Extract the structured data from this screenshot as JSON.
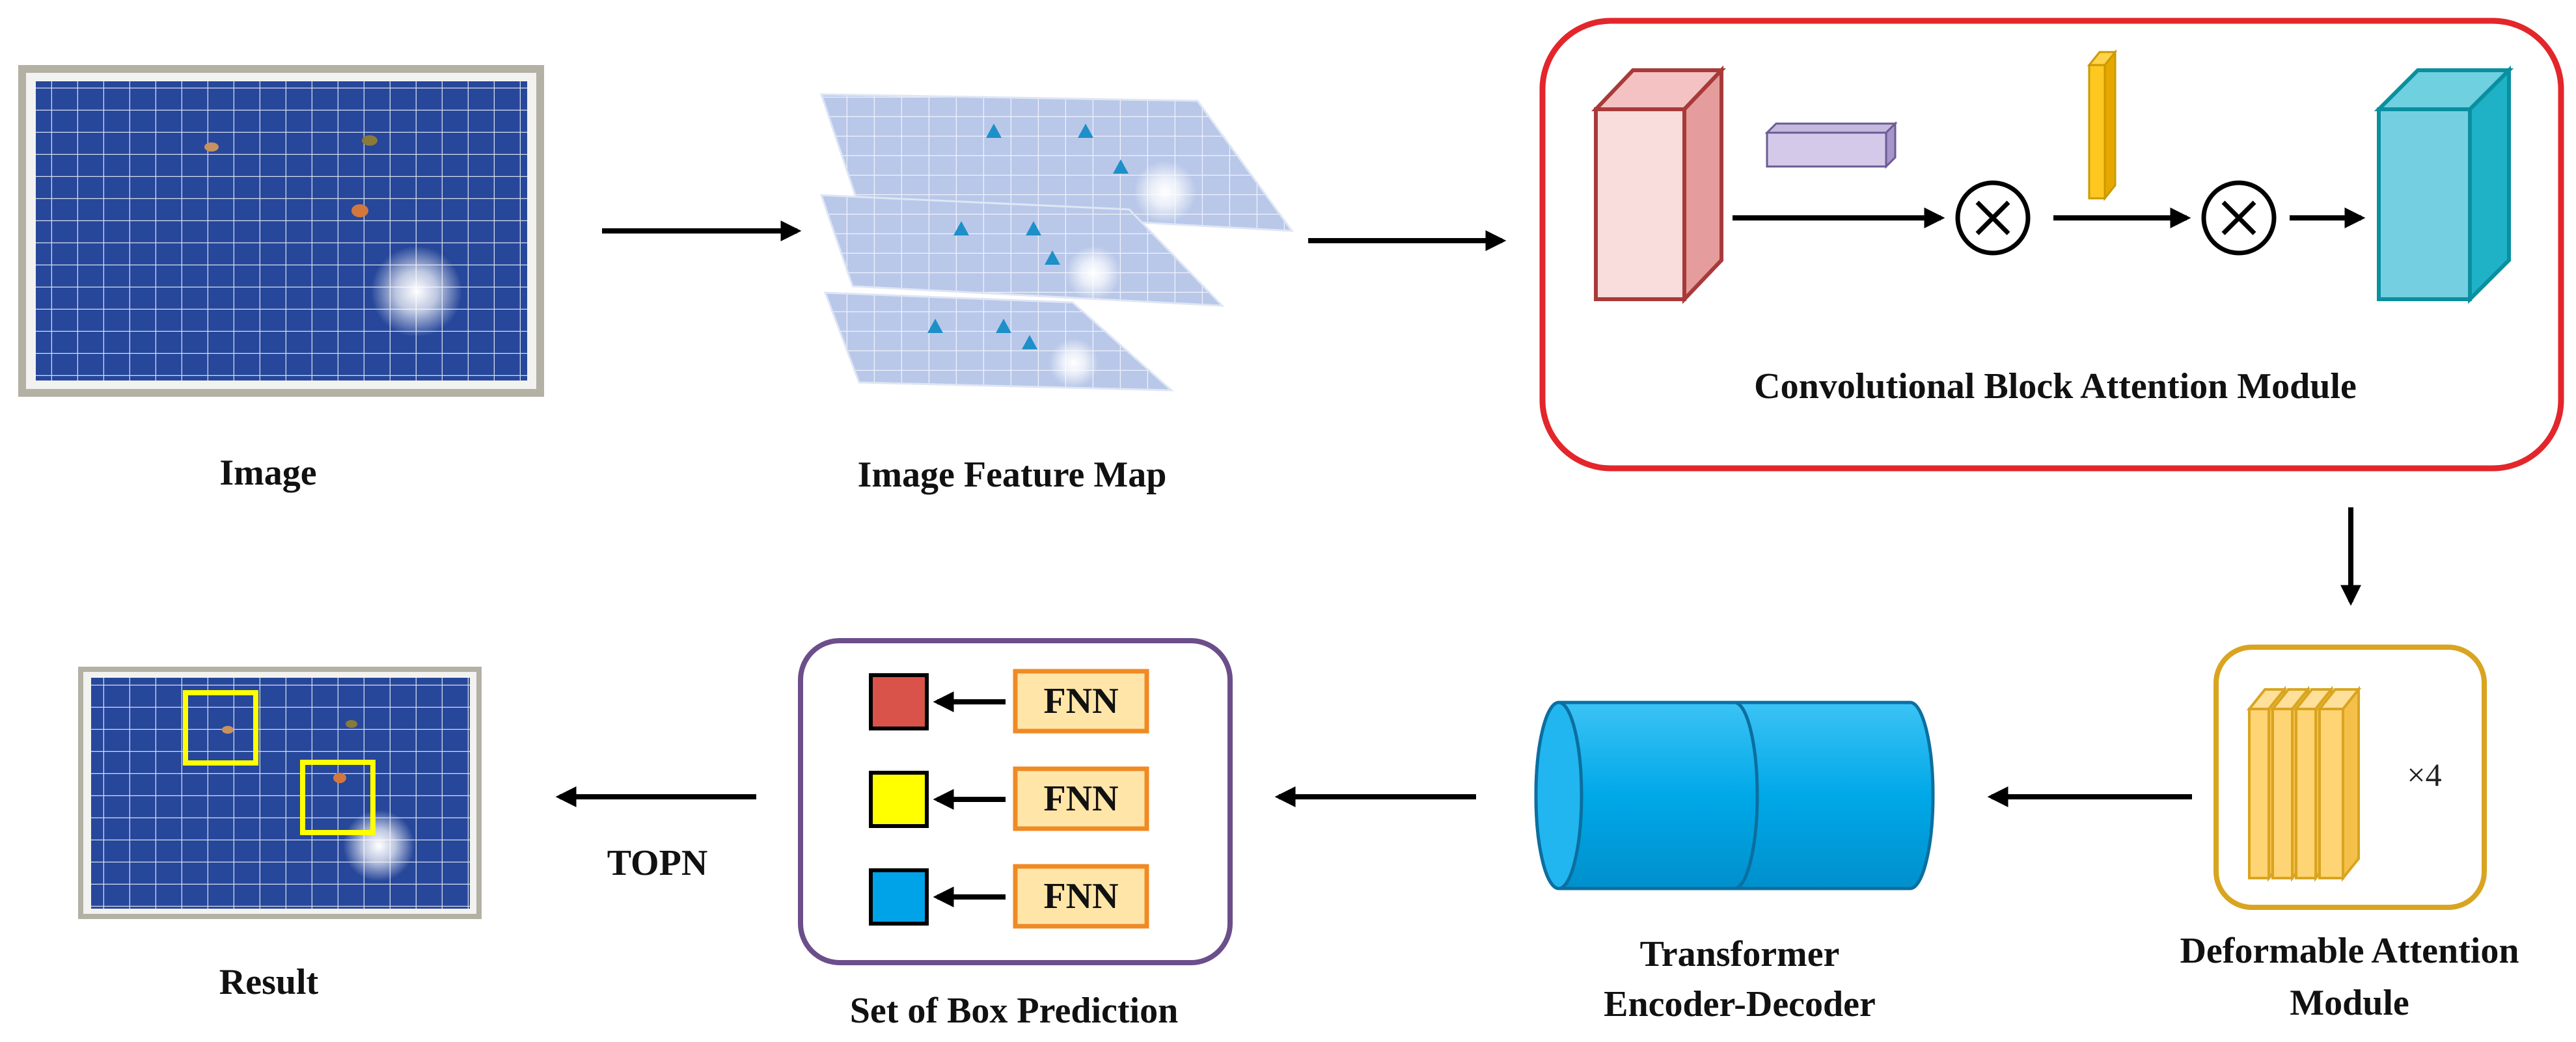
{
  "labels": {
    "image": "Image",
    "feature_map": "Image Feature Map",
    "cbam": "Convolutional Block Attention Module",
    "deformable_line1": "Deformable Attention",
    "deformable_line2": "Module",
    "multiplier": "×4",
    "transformer_line1": "Transformer",
    "transformer_line2": "Encoder-Decoder",
    "box_prediction": "Set of Box Prediction",
    "topn": "TOPN",
    "result": "Result"
  },
  "fnn_items": [
    {
      "label": "FNN",
      "color": "#d9534a"
    },
    {
      "label": "FNN",
      "color": "#ffff00"
    },
    {
      "label": "FNN",
      "color": "#00a2e8"
    }
  ],
  "colors": {
    "cbam_border": "#e3262b",
    "box_pred_border": "#6b4e8a",
    "deformable_border": "#d9a520",
    "fnn_border": "#f08a24",
    "fnn_fill": "#ffe6a8",
    "transformer": "#00a8e8",
    "panel": "#1f3f8a",
    "detection_box": "#ffff00"
  }
}
